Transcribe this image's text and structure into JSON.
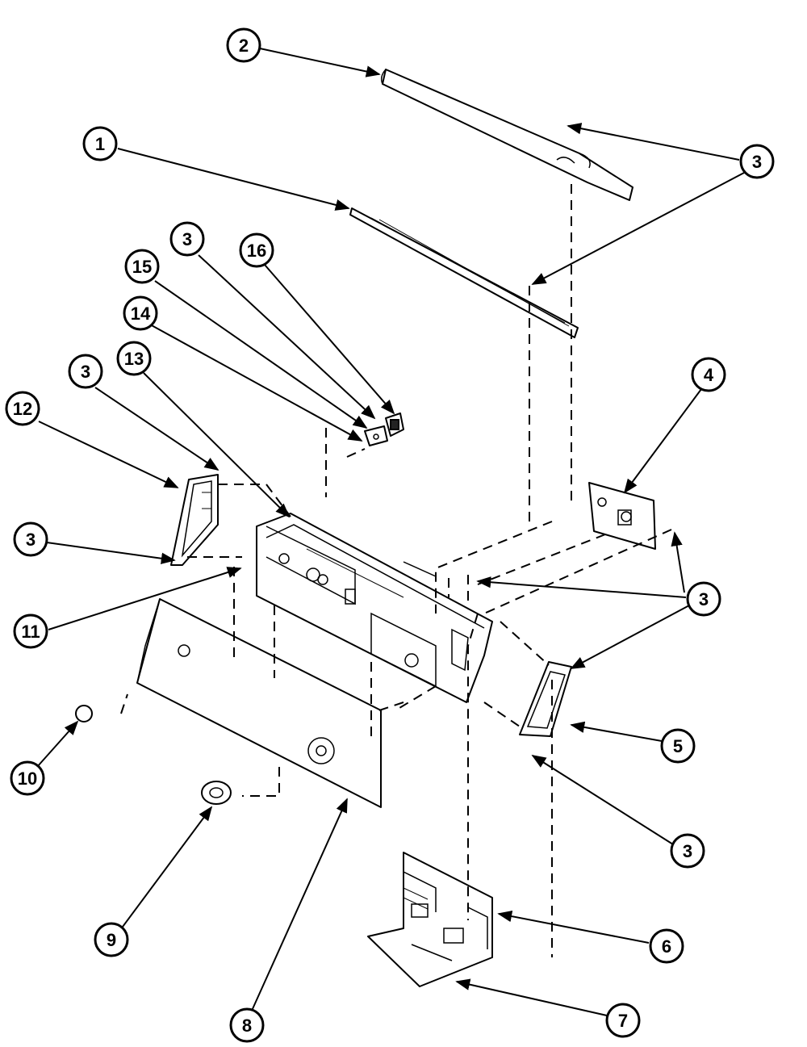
{
  "callouts": [
    {
      "label": "1"
    },
    {
      "label": "2"
    },
    {
      "label": "3"
    },
    {
      "label": "3"
    },
    {
      "label": "3"
    },
    {
      "label": "3"
    },
    {
      "label": "3"
    },
    {
      "label": "3"
    },
    {
      "label": "3"
    },
    {
      "label": "4"
    },
    {
      "label": "5"
    },
    {
      "label": "6"
    },
    {
      "label": "7"
    },
    {
      "label": "8"
    },
    {
      "label": "9"
    },
    {
      "label": "10"
    },
    {
      "label": "11"
    },
    {
      "label": "12"
    },
    {
      "label": "13"
    },
    {
      "label": "14"
    },
    {
      "label": "15"
    },
    {
      "label": "16"
    }
  ],
  "colors": {
    "ink": "#000000",
    "paper": "#ffffff"
  }
}
